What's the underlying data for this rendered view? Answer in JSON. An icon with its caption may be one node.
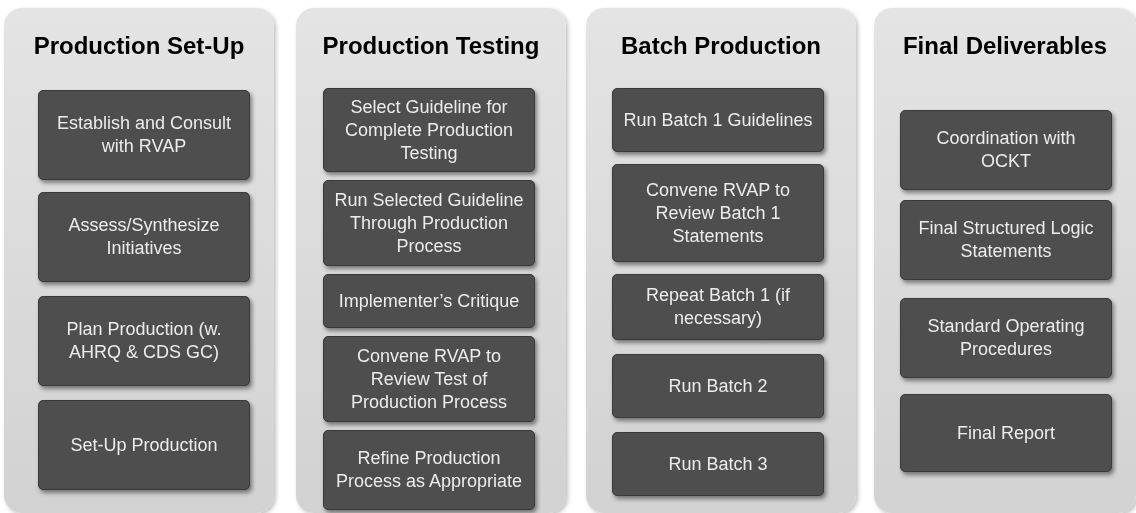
{
  "diagram": {
    "nodes": [
      {
        "text": [
          "Production Set-Up"
        ]
      },
      {
        "text": [
          "Establish and Consult with RVAP"
        ],
        "in": 0
      },
      {
        "text": [
          "Assess/Synthesize Initiatives"
        ],
        "in": 0
      },
      {
        "text": [
          "Plan Production (w. AHRQ & CDS GC)"
        ],
        "in": 0
      },
      {
        "text": [
          "Set-Up Production"
        ],
        "in": 0
      },
      {
        "text": [
          "Production Testing"
        ]
      },
      {
        "text": [
          "Select Guideline for Complete Production Testing"
        ],
        "in": 5
      },
      {
        "text": [
          "Run Selected Guideline Through Production Process"
        ],
        "in": 5
      },
      {
        "text": [
          "Implementer’s Critique"
        ],
        "in": 5
      },
      {
        "text": [
          "Convene RVAP to Review Test of Production Process"
        ],
        "in": 5
      },
      {
        "text": [
          "Refine Production Process as Appropriate"
        ],
        "in": 5
      },
      {
        "text": [
          "Batch Production"
        ]
      },
      {
        "text": [
          "Run Batch 1 Guidelines"
        ],
        "in": 11
      },
      {
        "text": [
          "Convene RVAP to Review Batch 1 Statements"
        ],
        "in": 11
      },
      {
        "text": [
          "Repeat Batch 1 (if necessary)"
        ],
        "in": 11
      },
      {
        "text": [
          "Run Batch 2"
        ],
        "in": 11
      },
      {
        "text": [
          "Run Batch 3"
        ],
        "in": 11
      },
      {
        "text": [
          "Final Deliverables"
        ]
      },
      {
        "text": [
          "Coordination with OCKT"
        ],
        "in": 17
      },
      {
        "text": [
          "Final Structured Logic Statements"
        ],
        "in": 17
      },
      {
        "text": [
          "Standard Operating Procedures"
        ],
        "in": 17
      },
      {
        "text": [
          "Final Report"
        ],
        "in": 17
      }
    ],
    "edges": []
  }
}
